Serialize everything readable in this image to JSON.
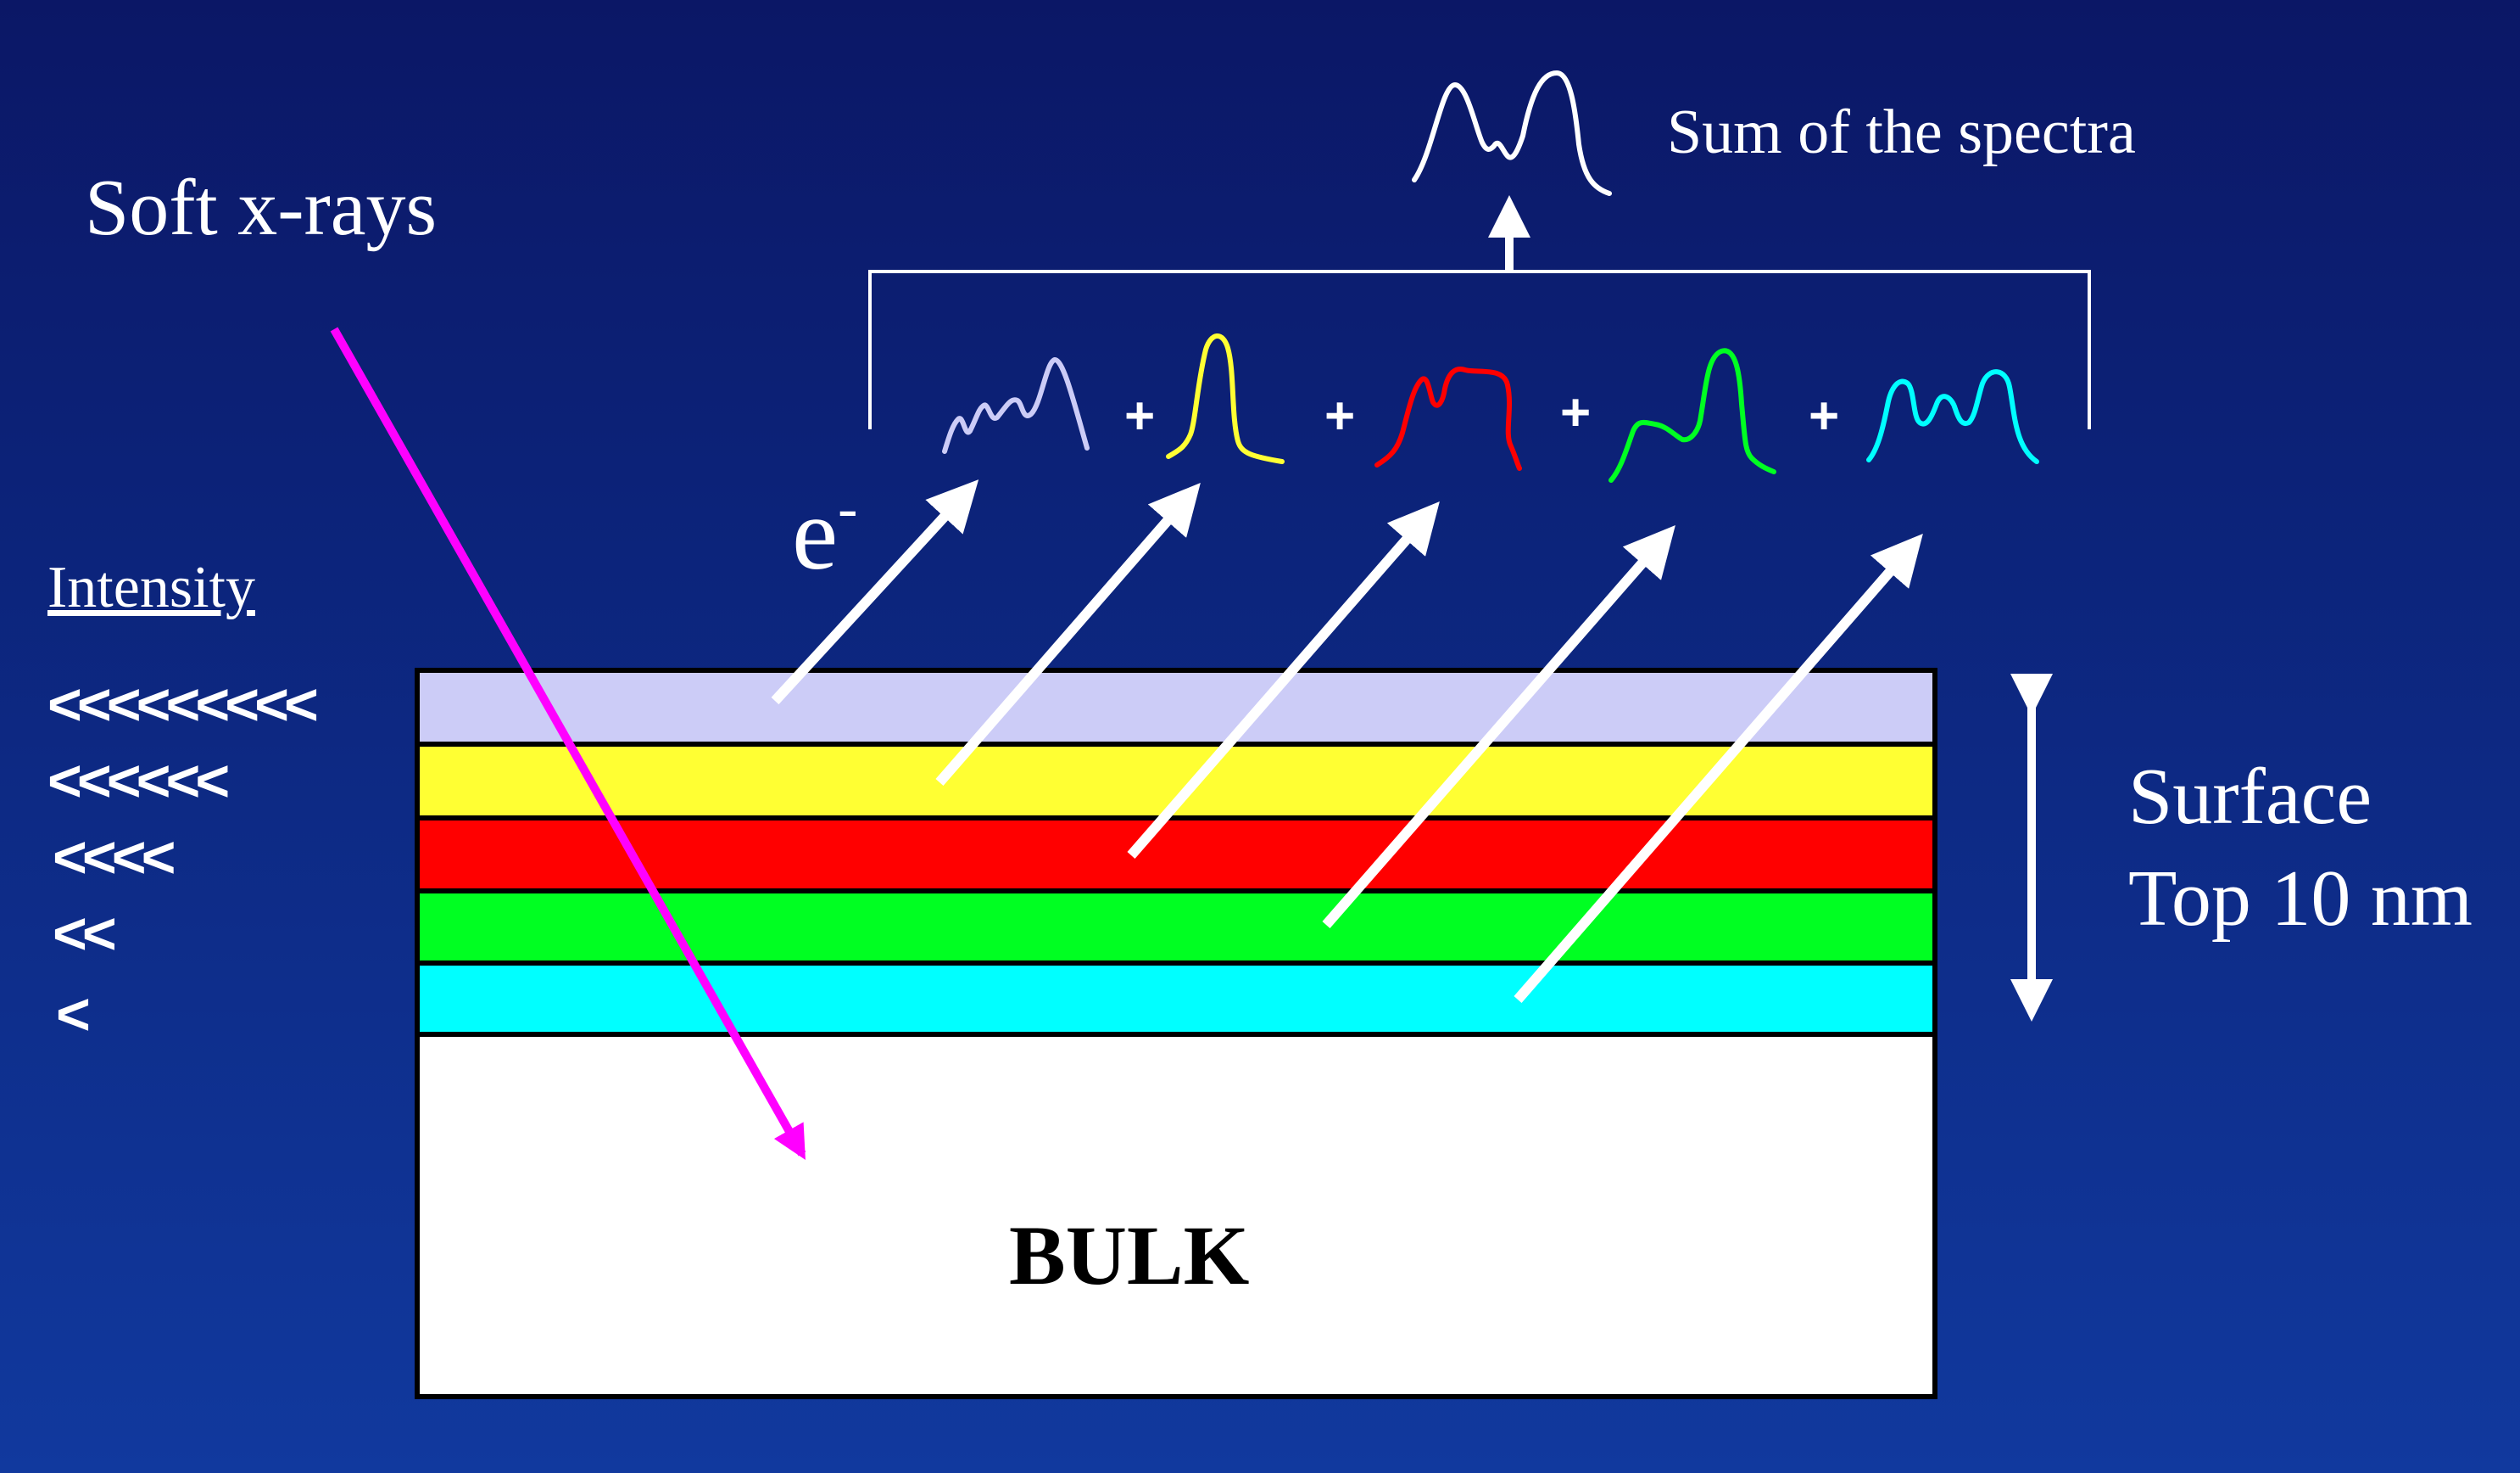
{
  "labels": {
    "incident": "Soft x-rays",
    "sum": "Sum of the spectra",
    "intensity": "Intensity",
    "surface": "Surface",
    "depth": "Top 10 nm",
    "electron_base": "e",
    "electron_sup": "-",
    "bulk": "BULK",
    "plus": "+"
  },
  "intensity_chevrons": [
    "<<<<<<<<<",
    "<<<<<<",
    "<<<<",
    "<<",
    "<"
  ],
  "layers": [
    {
      "name": "layer-1",
      "color": "#ccccf7"
    },
    {
      "name": "layer-2",
      "color": "#ffff33"
    },
    {
      "name": "layer-3",
      "color": "#ff0000"
    },
    {
      "name": "layer-4",
      "color": "#00ff22"
    },
    {
      "name": "layer-5",
      "color": "#00ffff"
    },
    {
      "name": "bulk",
      "color": "#ffffff"
    }
  ],
  "colors": {
    "background_top": "#0b1766",
    "background_bottom": "#11399e",
    "xray_arrow": "#ff00ff",
    "electron_arrow": "#ffffff",
    "spectrum_colors": [
      "#ccccf7",
      "#ffff33",
      "#ff0000",
      "#00ff22",
      "#00ffff"
    ],
    "sum_spectrum": "#ffffff"
  }
}
